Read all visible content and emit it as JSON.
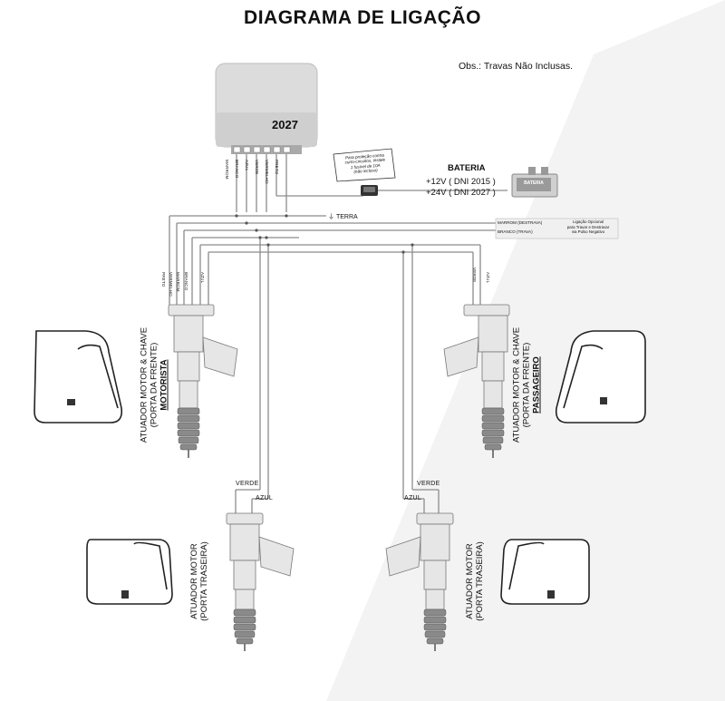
{
  "title": "DIAGRAMA DE LIGAÇÃO",
  "note": "Obs.: Travas Não Inclusas.",
  "module": {
    "model": "2027",
    "wires": [
      "MARROM",
      "BRANCO",
      "AZUL",
      "VERDE",
      "VERMELHO",
      "PRETO"
    ]
  },
  "fuse_note": {
    "line1": "Para proteção contra",
    "line2": "curto-circuitos, instale",
    "line3": "1 fusível de 10A",
    "line4": "(não incluso)"
  },
  "battery": {
    "label": "BATERIA",
    "v12": "+12V ( DNI 2015 )",
    "v24": "+24V ( DNI 2027 )",
    "icon_text": "BATERIA"
  },
  "ground_label": "TERRA",
  "optional": {
    "wire1": "MARROM (DESTRAVA)",
    "wire2": "BRANCO (TRAVA)",
    "desc1": "Ligação Opcional",
    "desc2": "para Travar e Destravar",
    "desc3": "via Pulso Negativo"
  },
  "driver_wires": [
    "PRETO",
    "VERMELHO",
    "MARROM",
    "BRANCO",
    "AZUL"
  ],
  "passenger_wires": [
    "VERDE",
    "AZUL"
  ],
  "rear_wires": {
    "verde": "VERDE",
    "azul": "AZUL"
  },
  "actuators": {
    "front_left": {
      "line1": "ATUADOR MOTOR & CHAVE",
      "line2": "(PORTA DA FRENTE)",
      "line3": "MOTORISTA"
    },
    "front_right": {
      "line1": "ATUADOR MOTOR & CHAVE",
      "line2": "(PORTA DA FRENTE)",
      "line3": "PASSAGEIRO"
    },
    "rear_left": {
      "line1": "ATUADOR MOTOR",
      "line2": "(PORTA TRASEIRA)"
    },
    "rear_right": {
      "line1": "ATUADOR MOTOR",
      "line2": "(PORTA TRASEIRA)"
    }
  },
  "colors": {
    "wire": "#8c8c8c",
    "shade": "#f2f2f2",
    "module": "#dcdcdc",
    "ink": "#111111"
  }
}
